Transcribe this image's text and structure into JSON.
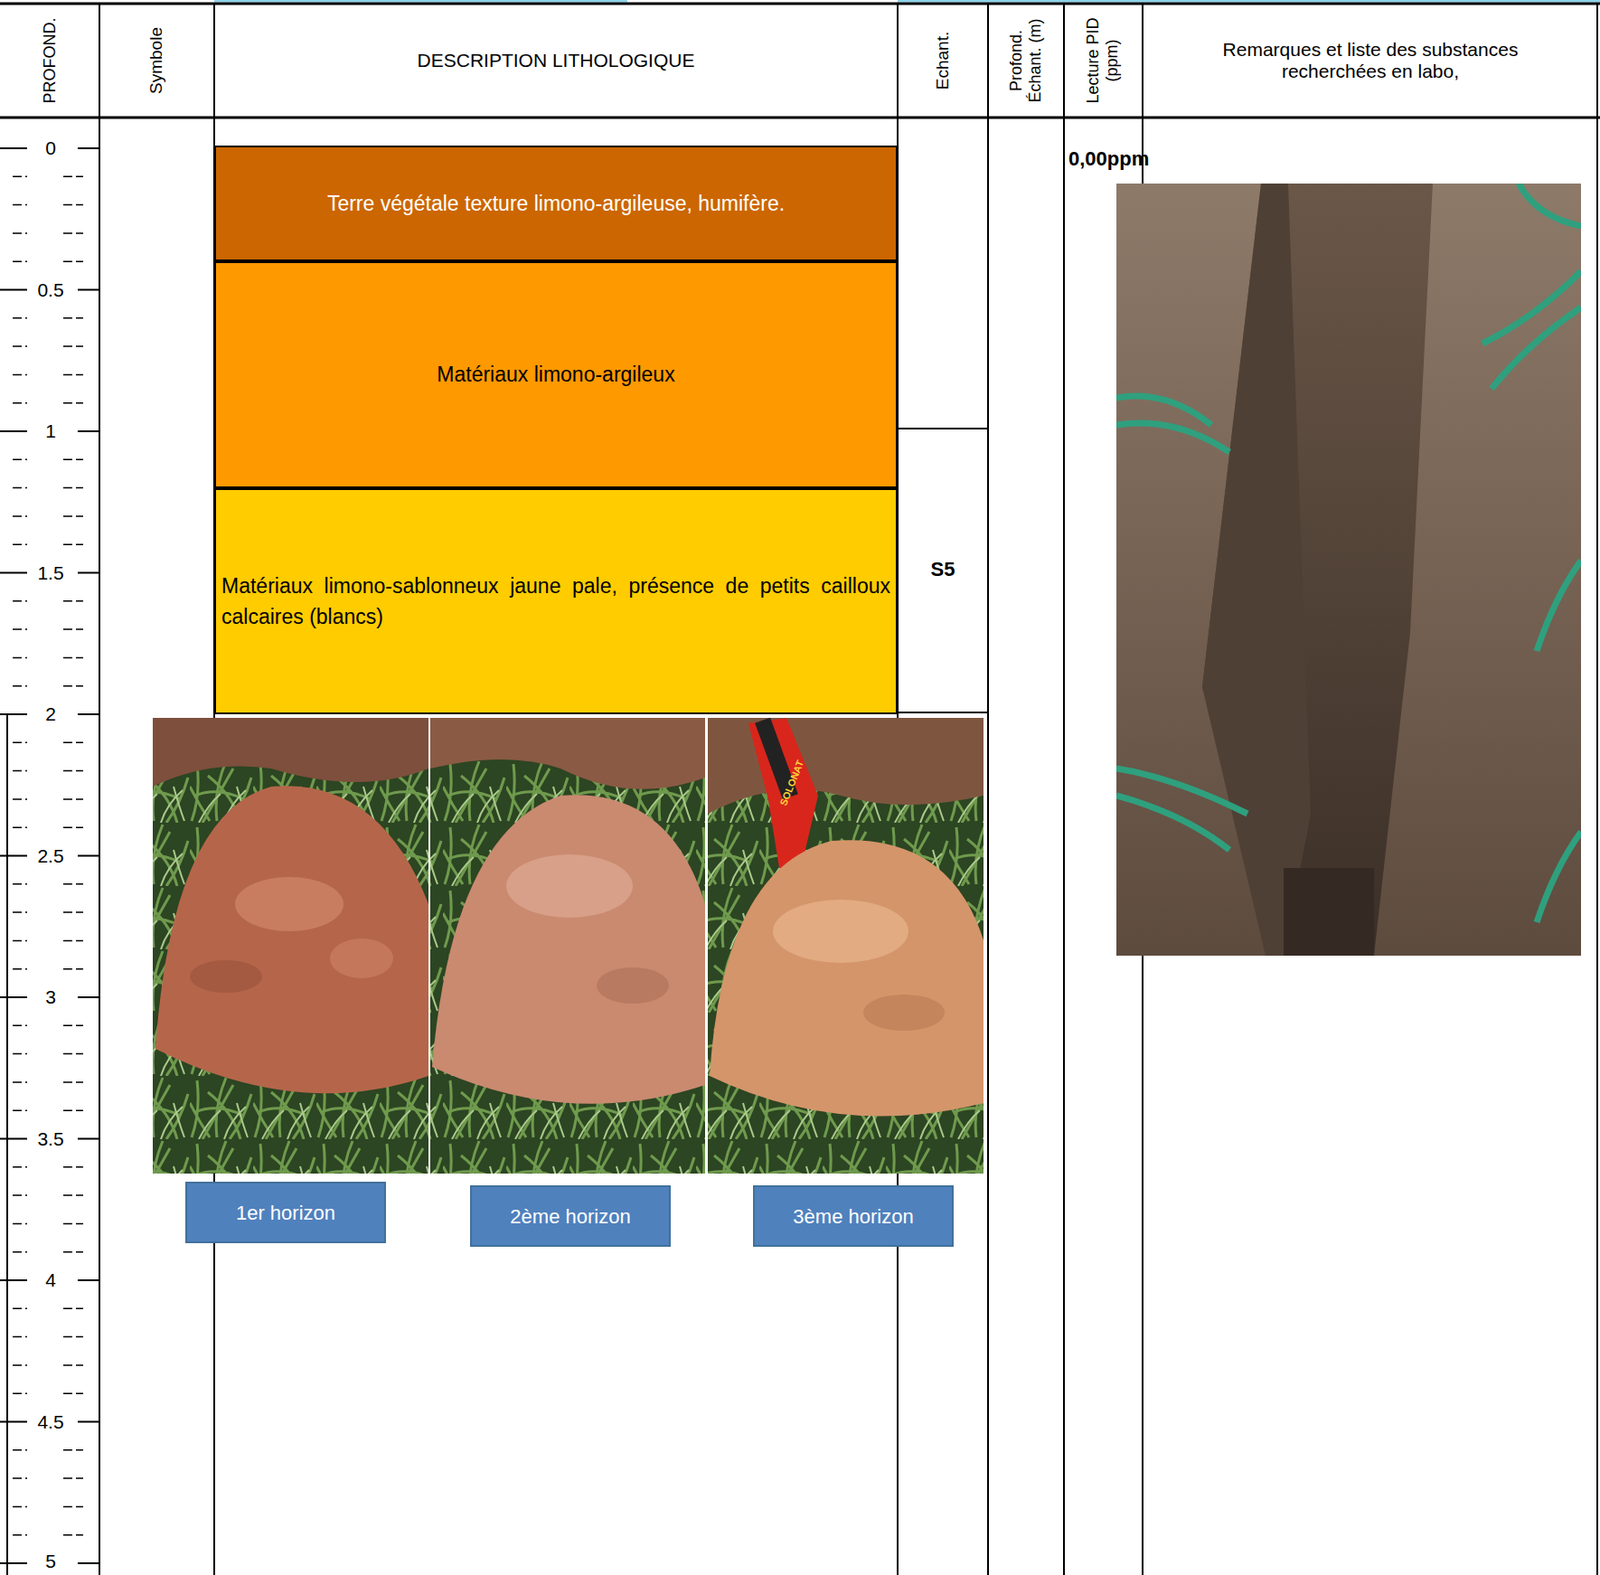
{
  "diagram": {
    "nodes": [
      {
        "text": [
          "Terre végétale texture limono-argileuse, humifère."
        ]
      },
      {
        "text": [
          "Matériaux limono-argileux"
        ]
      },
      {
        "text": [
          "Matériaux limono-sablonneux jaune pale, présence de petits cailloux calcaires (blancs)"
        ]
      },
      {
        "text": [
          "1er horizon"
        ]
      },
      {
        "text": [
          "2ème horizon"
        ]
      },
      {
        "text": [
          "3ème horizon"
        ]
      }
    ],
    "labels": [
      "PROFOND.",
      "Symbole",
      "DESCRIPTION LITHOLOGIQUE",
      "Echant.",
      "Profond. Échant. (m)",
      "Lecture PID (ppm)",
      "Remarques et liste des substances recherchées en labo,",
      "0",
      "0.5",
      "1",
      "1.5",
      "2",
      "2.5",
      "3",
      "3.5",
      "4",
      "4.5",
      "5",
      "S5",
      "0,00ppm",
      "SOLONAT"
    ]
  }
}
